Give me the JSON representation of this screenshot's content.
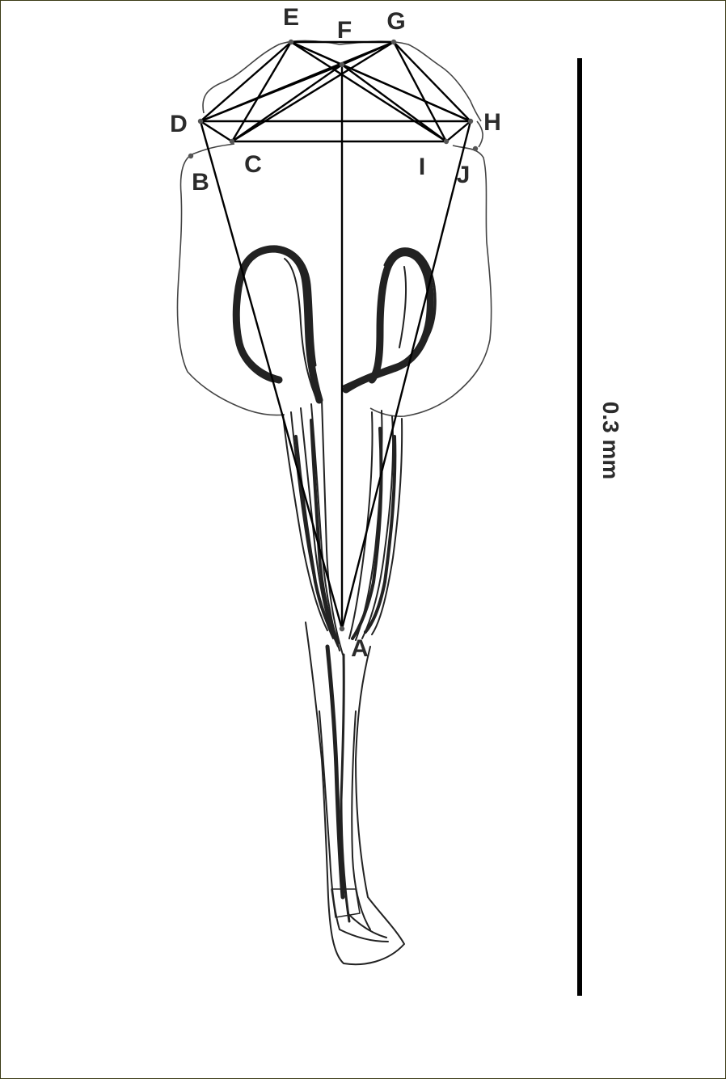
{
  "figure": {
    "landmarks": [
      {
        "id": "E",
        "label": "E"
      },
      {
        "id": "F",
        "label": "F"
      },
      {
        "id": "G",
        "label": "G"
      },
      {
        "id": "D",
        "label": "D"
      },
      {
        "id": "H",
        "label": "H"
      },
      {
        "id": "C",
        "label": "C"
      },
      {
        "id": "B",
        "label": "B"
      },
      {
        "id": "I",
        "label": "I"
      },
      {
        "id": "J",
        "label": "J"
      },
      {
        "id": "A",
        "label": "A"
      }
    ],
    "connections": [
      [
        "E",
        "G"
      ],
      [
        "D",
        "H"
      ],
      [
        "C",
        "I"
      ],
      [
        "E",
        "C"
      ],
      [
        "E",
        "I"
      ],
      [
        "E",
        "H"
      ],
      [
        "E",
        "F"
      ],
      [
        "G",
        "D"
      ],
      [
        "G",
        "C"
      ],
      [
        "G",
        "I"
      ],
      [
        "G",
        "H"
      ],
      [
        "G",
        "F"
      ],
      [
        "F",
        "D"
      ],
      [
        "F",
        "H"
      ],
      [
        "F",
        "C"
      ],
      [
        "F",
        "I"
      ],
      [
        "F",
        "A"
      ],
      [
        "D",
        "E"
      ],
      [
        "D",
        "C"
      ],
      [
        "D",
        "A"
      ],
      [
        "H",
        "I"
      ],
      [
        "H",
        "A"
      ]
    ],
    "scale_bar": {
      "label": "0.3 mm"
    },
    "colors": {
      "lines": "#000000",
      "border": "#3a3a14",
      "text": "#2b2b2b"
    }
  }
}
